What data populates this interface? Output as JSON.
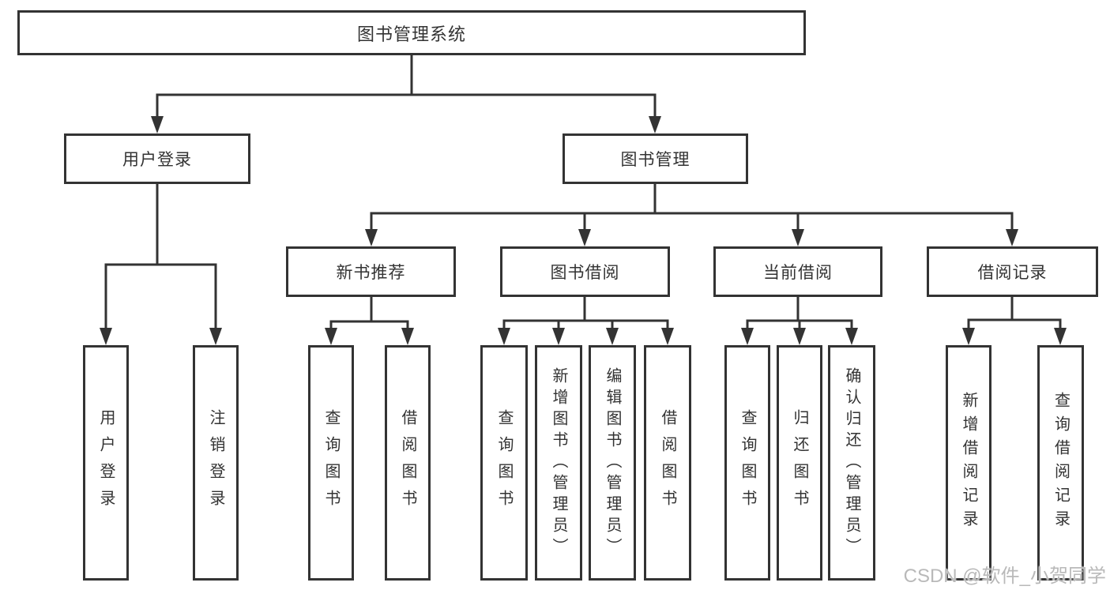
{
  "tree": {
    "label": "图书管理系统",
    "children": [
      {
        "label": "用户登录",
        "children": [
          {
            "label": "用户登录"
          },
          {
            "label": "注销登录"
          }
        ]
      },
      {
        "label": "图书管理",
        "children": [
          {
            "label": "新书推荐",
            "children": [
              {
                "label": "查询图书"
              },
              {
                "label": "借阅图书"
              }
            ]
          },
          {
            "label": "图书借阅",
            "children": [
              {
                "label": "查询图书"
              },
              {
                "label": "新增图书（管理员）"
              },
              {
                "label": "编辑图书（管理员）"
              },
              {
                "label": "借阅图书"
              }
            ]
          },
          {
            "label": "当前借阅",
            "children": [
              {
                "label": "查询图书"
              },
              {
                "label": "归还图书"
              },
              {
                "label": "确认归还（管理员）"
              }
            ]
          },
          {
            "label": "借阅记录",
            "children": [
              {
                "label": "新增借阅记录"
              },
              {
                "label": "查询借阅记录"
              }
            ]
          }
        ]
      }
    ]
  },
  "watermark": "CSDN @软件_小贺同学",
  "colors": {
    "line": "#333333",
    "node_border": "#333333",
    "text": "#333333",
    "node_background": "#ffffff",
    "page_background": "#ffffff",
    "watermark_text": "#b9b9b9"
  }
}
